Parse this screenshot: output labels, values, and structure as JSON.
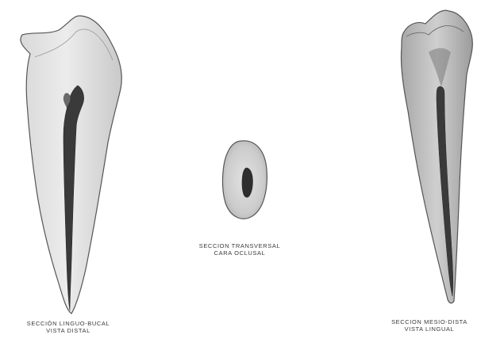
{
  "captions": {
    "left": {
      "line1": "SECCIÓN LINGUO-BUCAL",
      "line2": "VISTA DISTAL"
    },
    "center": {
      "line1": "SECCION TRANSVERSAL",
      "line2": "CARA OCLUSAL"
    },
    "right": {
      "line1": "SECCION MESIO-DISTA",
      "line2": "VISTA LINGUAL"
    }
  },
  "colors": {
    "tooth_fill_light": "#e6e6e6",
    "tooth_fill_dark": "#bcbcbc",
    "outline": "#555555",
    "pulp": "#3a3a3a"
  }
}
